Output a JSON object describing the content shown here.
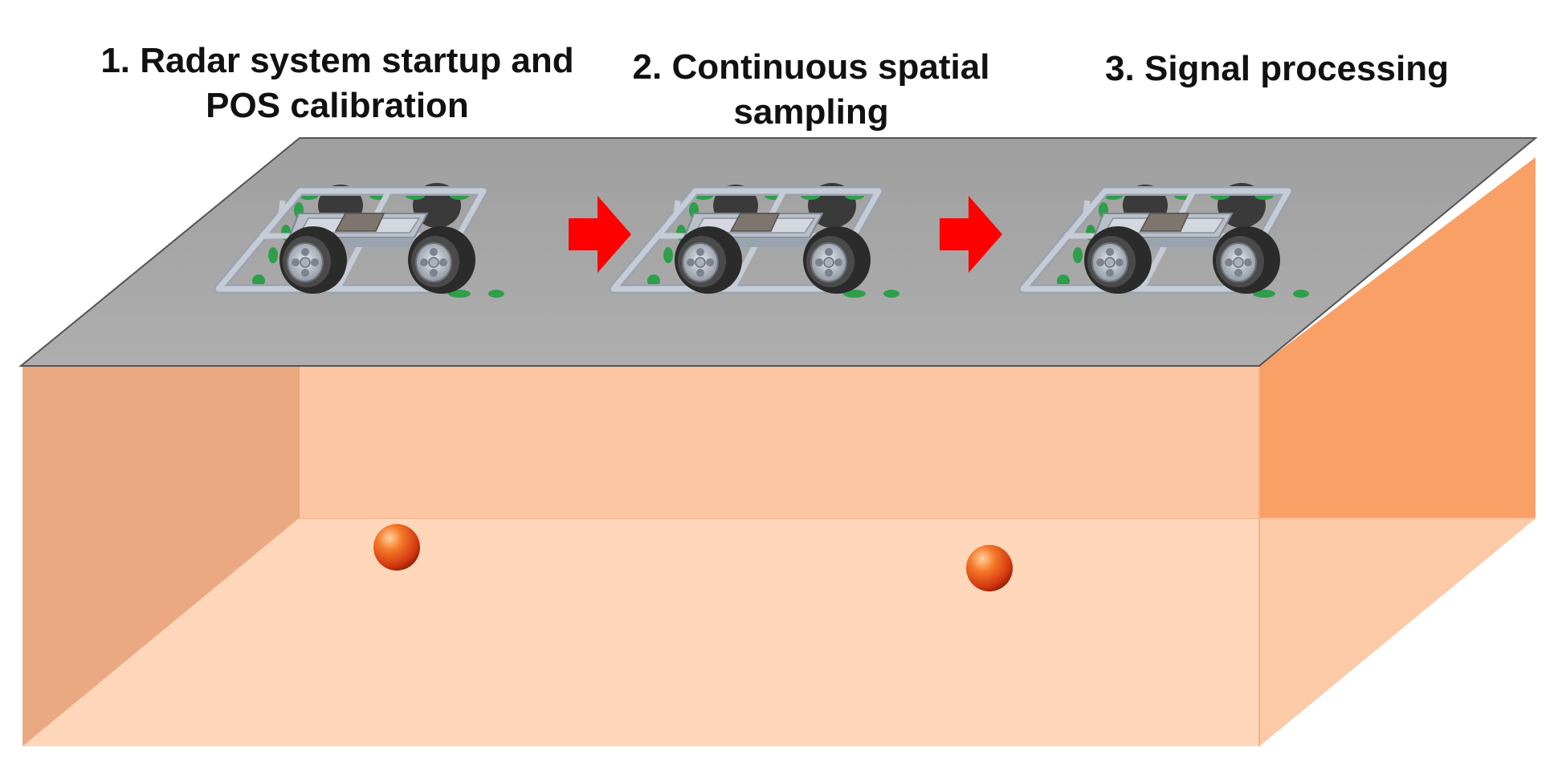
{
  "steps": [
    {
      "label_line1": "1. Radar system startup and",
      "label_line2": "POS calibration"
    },
    {
      "label_line1": "2.  Continuous spatial",
      "label_line2": "sampling"
    },
    {
      "label_line1": "3. Signal processing",
      "label_line2": ""
    }
  ],
  "colors": {
    "plate": "#a9a9a9",
    "soil_front": "#fdd3b6",
    "soil_back": "#fcb98e",
    "soil_side": "#f6a369",
    "arrow": "#ff0000",
    "target": "#e8491a",
    "frame": "#aab4c2",
    "tire": "#333333",
    "sensor": "#2e9e4a"
  }
}
